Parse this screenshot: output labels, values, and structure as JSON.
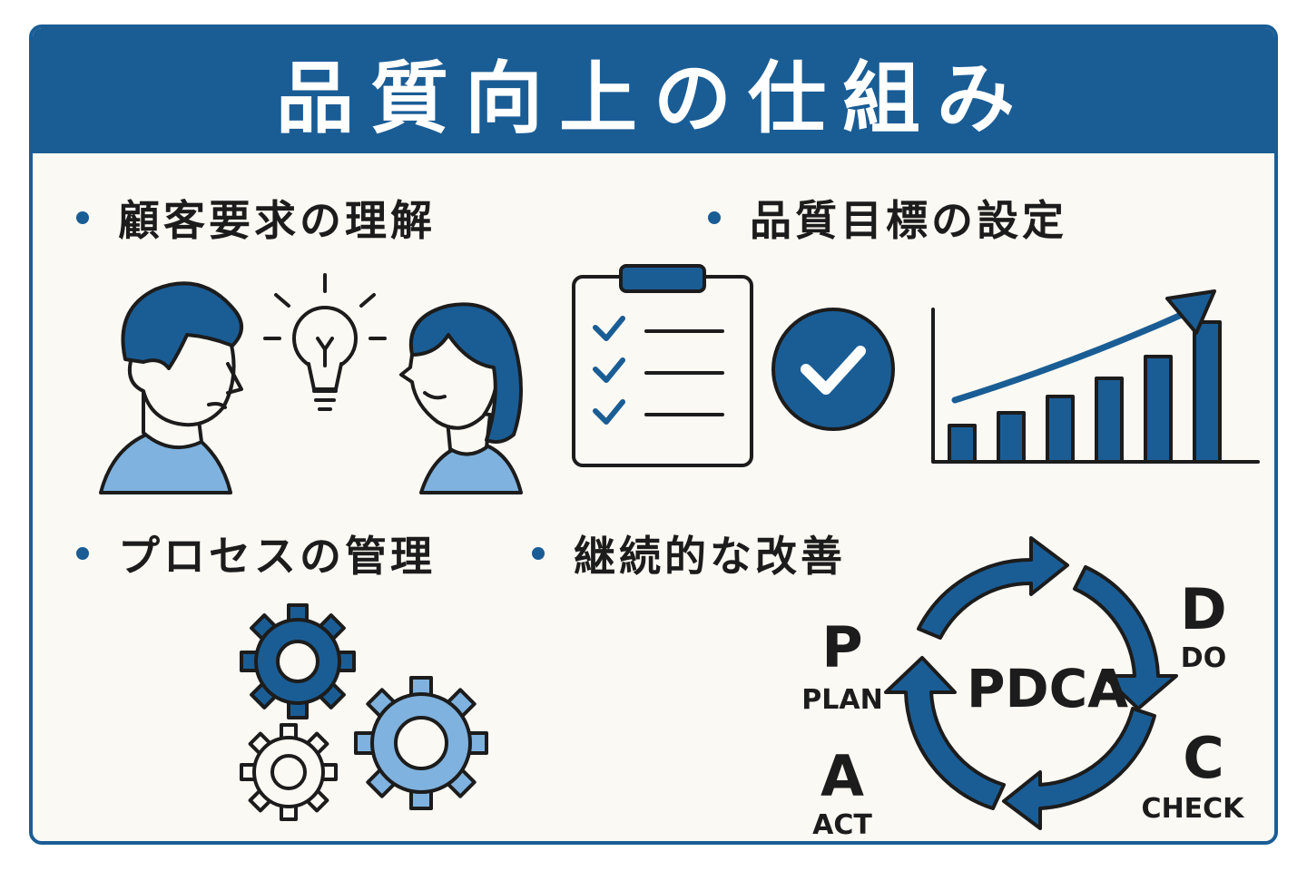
{
  "title": "品質向上の仕組み",
  "sections": [
    {
      "label": "顧客要求の理解",
      "illustration": "two-people-lightbulb-icon"
    },
    {
      "label": "品質目標の設定",
      "illustration": "checklist-check-chart-icon"
    },
    {
      "label": "プロセスの管理",
      "illustration": "gears-icon"
    },
    {
      "label": "継続的な改善",
      "illustration": "pdca-cycle-icon"
    }
  ],
  "pdca": {
    "center": "PDCA",
    "steps": [
      {
        "letter": "P",
        "word": "PLAN"
      },
      {
        "letter": "D",
        "word": "DO"
      },
      {
        "letter": "C",
        "word": "CHECK"
      },
      {
        "letter": "A",
        "word": "ACT"
      }
    ]
  },
  "colors": {
    "primary": "#1a5d95",
    "light": "#7fb2de",
    "background": "#fbf9f3",
    "ink": "#1c1c1c"
  }
}
